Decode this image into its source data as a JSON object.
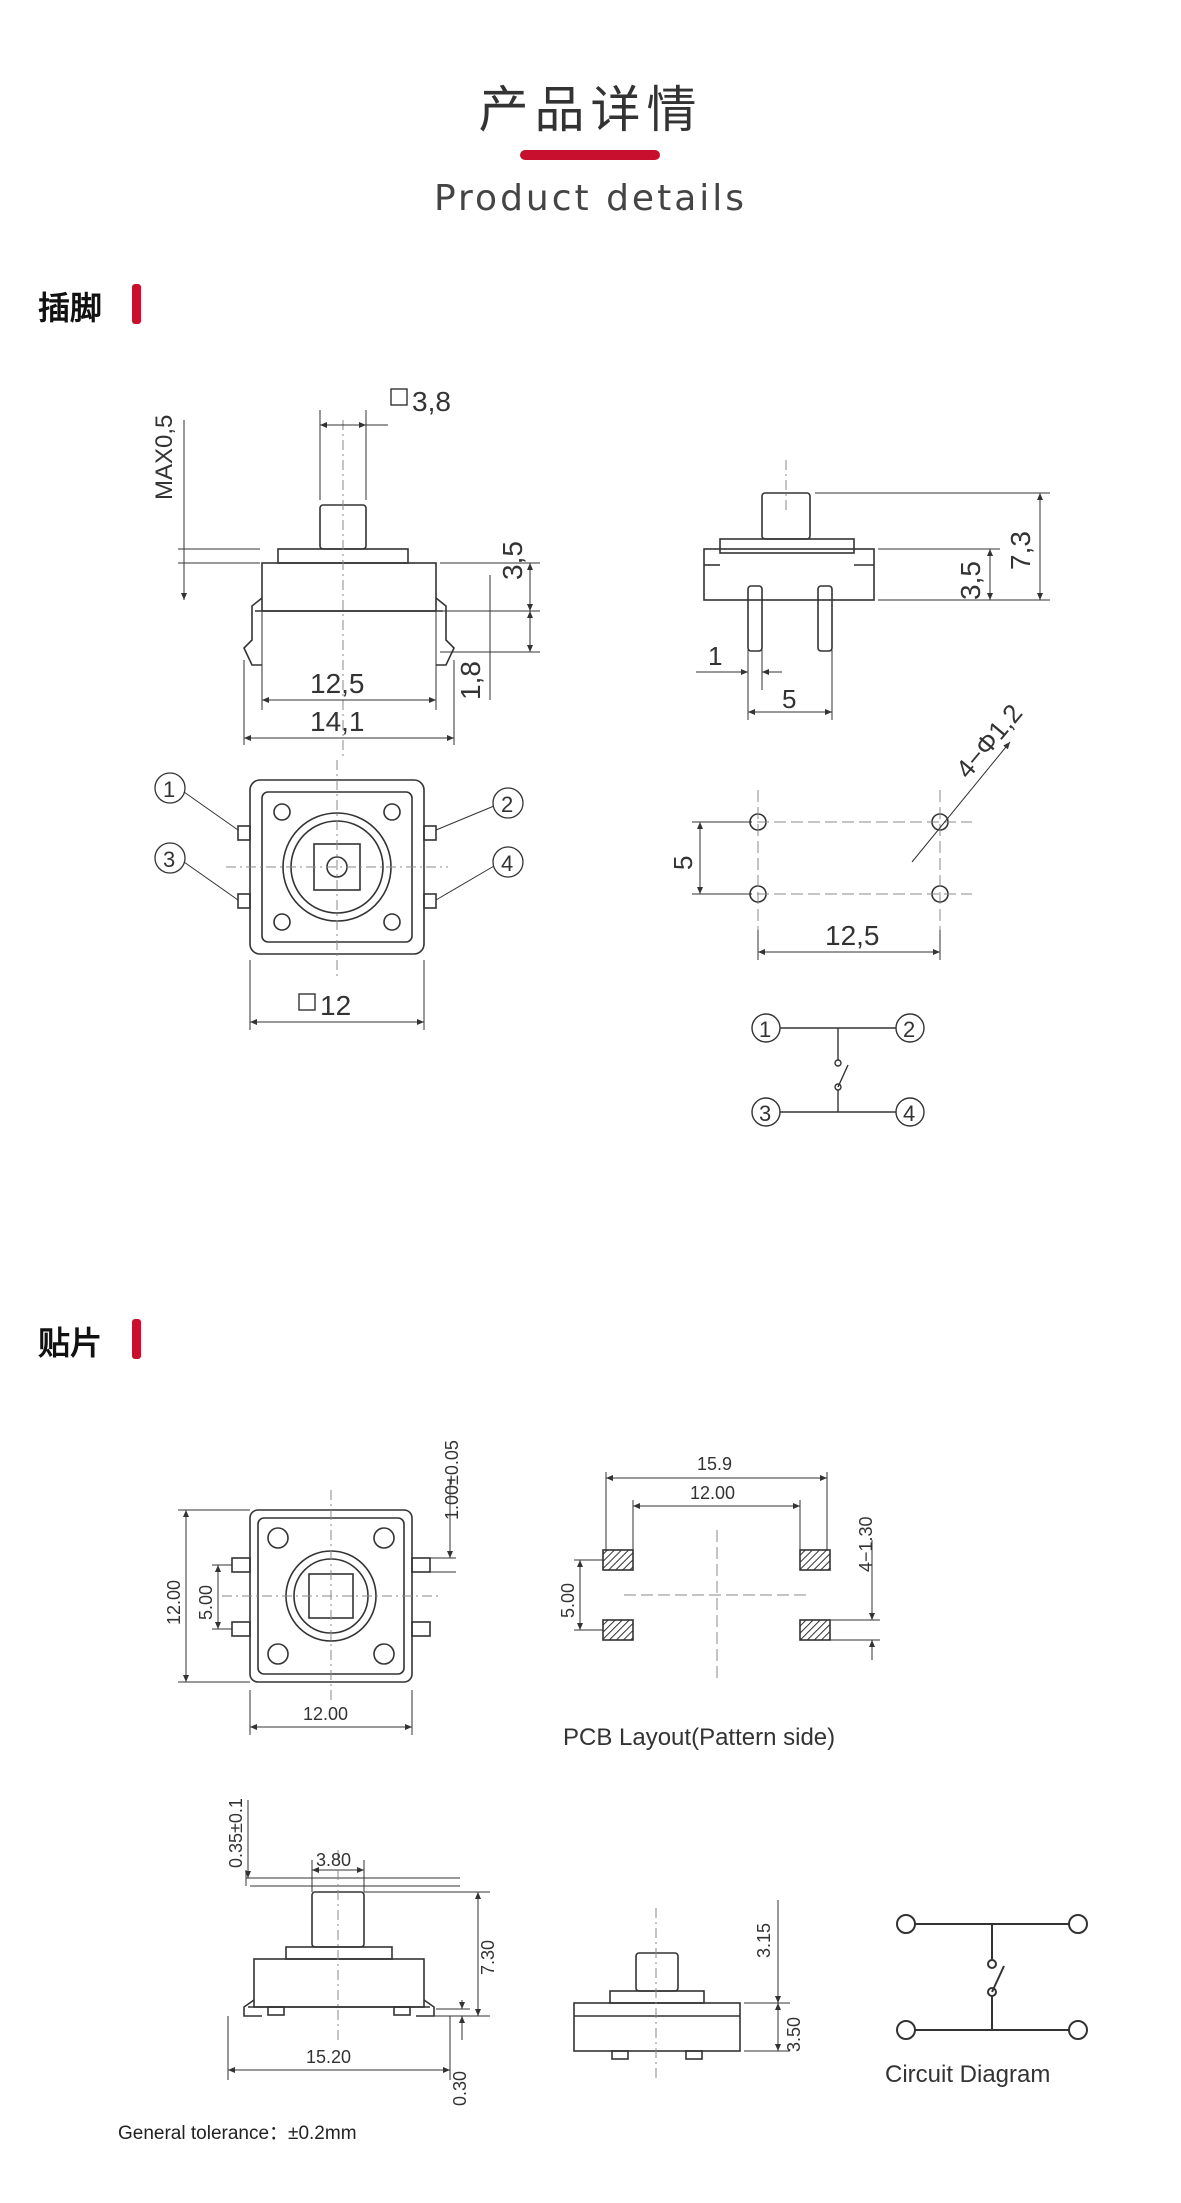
{
  "header": {
    "title_cn": "产品详情",
    "title_en": "Product details"
  },
  "sections": {
    "through_hole": {
      "label": "插脚"
    },
    "smd": {
      "label": "贴片"
    }
  },
  "dimensions": {
    "th": {
      "cap_square": "□3,8",
      "max_offset": "MAX0,5",
      "body_height": "3,5",
      "lead_length": "1,8",
      "pin_span_inner": "12,5",
      "pin_span_outer": "14,1",
      "body_square": "□12",
      "total_height": "7,3",
      "side_body_height": "3,5",
      "pin_width": "1",
      "pin_spacing": "5",
      "hole_spec": "4−Φ1,2",
      "hole_pitch_v": "5",
      "hole_pitch_h": "12,5"
    },
    "smd": {
      "top_height_tol": "1.00±0.05",
      "body_h": "12.00",
      "pad_pitch": "5.00",
      "body_w": "12.00",
      "pcb_outer": "15.9",
      "pcb_inner": "12.00",
      "pcb_pitch": "5.00",
      "pcb_pad": "4−1.30",
      "cap_offset": "0.35±0.1",
      "cap_w": "3.80",
      "total_h": "7.30",
      "lead_span": "15.20",
      "lead_thk": "0.30",
      "stem_h": "3.15",
      "body_h_side": "3.50"
    }
  },
  "pins": [
    "1",
    "2",
    "3",
    "4"
  ],
  "labels": {
    "pcb_layout": "PCB  Layout(Pattern  side)",
    "circuit": "Circuit  Diagram"
  },
  "footer": {
    "tolerance": "General tolerance：±0.2mm"
  }
}
